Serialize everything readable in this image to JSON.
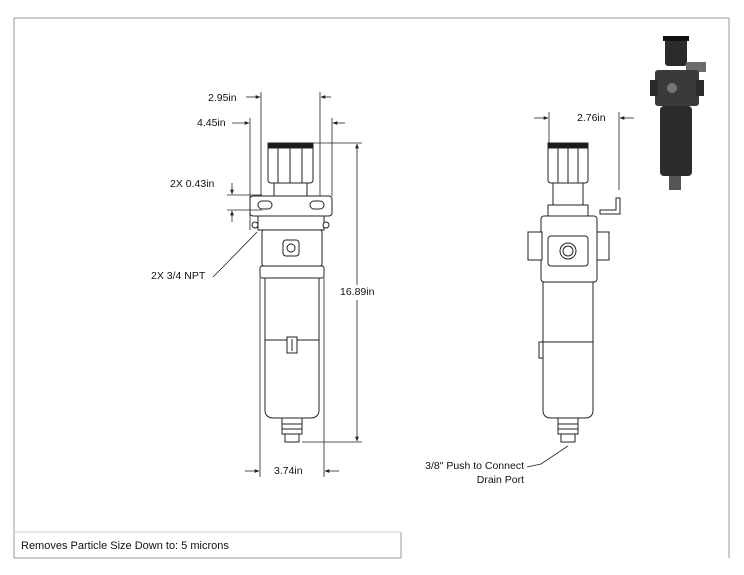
{
  "colors": {
    "line": "#222222",
    "border": "#9a9a9a",
    "body_fill": "#ffffff",
    "knob": "#1a1a1a",
    "thumb_dark": "#2b2b2b",
    "thumb_mid": "#5a5a5a"
  },
  "front_view": {
    "dims": {
      "width_295": "2.95in",
      "width_445": "4.45in",
      "hole": "2X 0.43in",
      "port": "2X 3/4 NPT",
      "height": "16.89in",
      "base_width": "3.74in"
    }
  },
  "side_view": {
    "dims": {
      "width_276": "2.76in"
    },
    "drain_label_line1": "3/8\" Push to Connect",
    "drain_label_line2": "Drain Port"
  },
  "footer_note": "Removes Particle Size Down to: 5 microns"
}
